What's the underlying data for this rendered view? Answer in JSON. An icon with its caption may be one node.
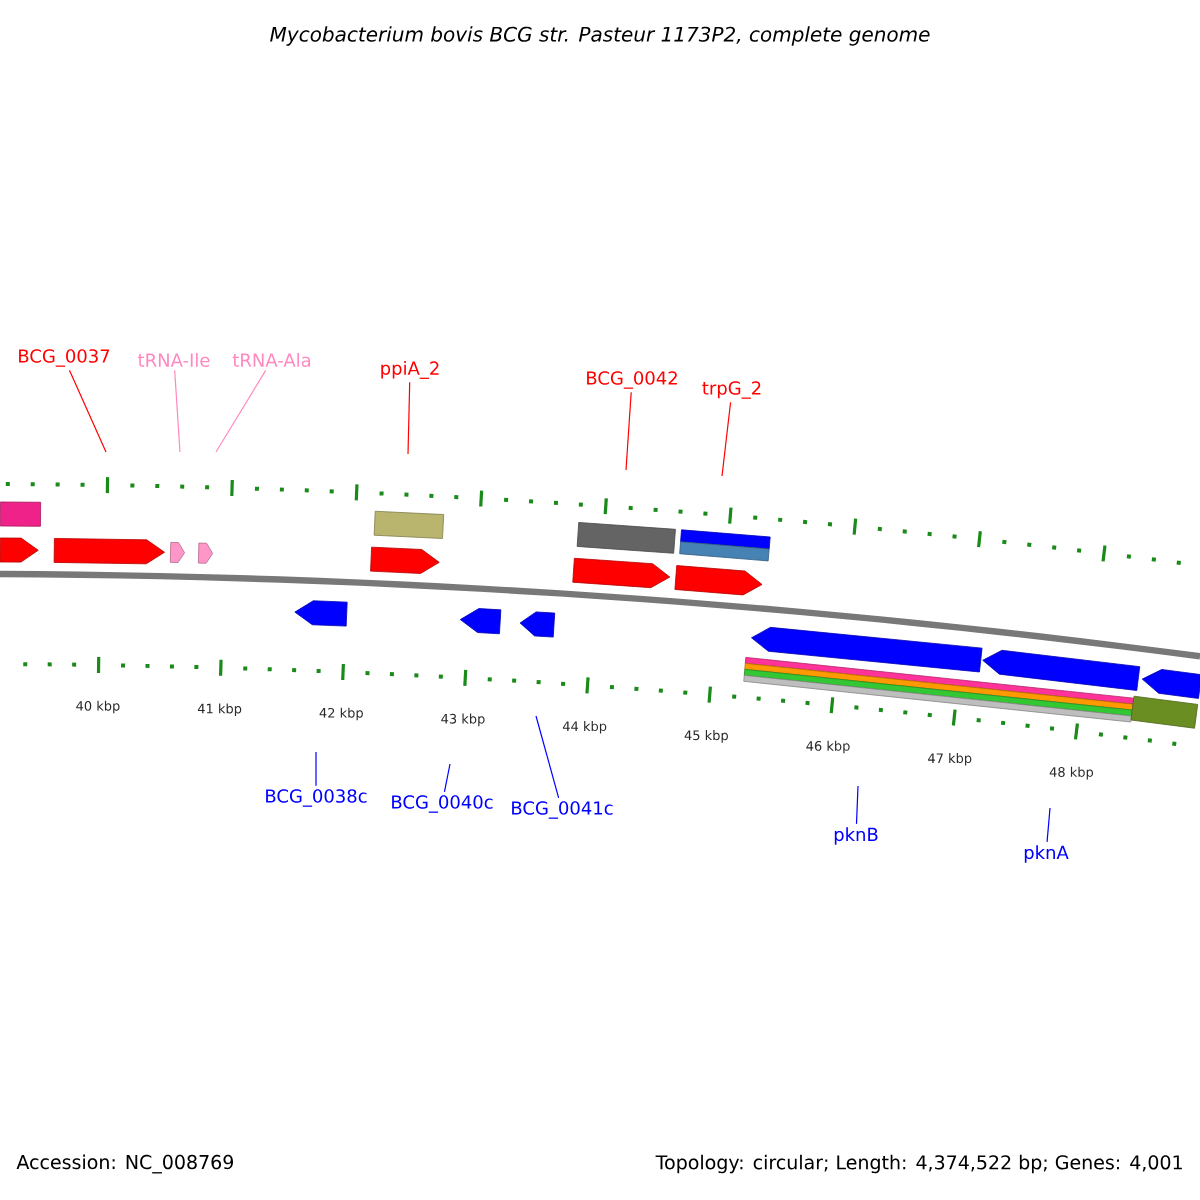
{
  "diagram": {
    "title": "Mycobacterium bovis BCG str. Pasteur 1173P2, complete genome",
    "nodes": [
      {
        "text": [
          "BCG_0037"
        ]
      },
      {
        "text": [
          "tRNA-Ile"
        ]
      },
      {
        "text": [
          "tRNA-Ala"
        ]
      },
      {
        "text": [
          "ppiA_2"
        ]
      },
      {
        "text": [
          "BCG_0042"
        ]
      },
      {
        "text": [
          "trpG_2"
        ]
      },
      {
        "text": [
          "BCG_0038c"
        ]
      },
      {
        "text": [
          "BCG_0040c"
        ]
      },
      {
        "text": [
          "BCG_0041c"
        ]
      },
      {
        "text": [
          "pknB"
        ]
      },
      {
        "text": [
          "pknA"
        ]
      }
    ],
    "edges": [
      {
        "from": 0,
        "to": null,
        "arrow": "none",
        "color": "#ff0000"
      },
      {
        "from": 1,
        "to": null,
        "arrow": "none",
        "color": "#ff88c0"
      },
      {
        "from": 2,
        "to": null,
        "arrow": "none",
        "color": "#ff88c0"
      },
      {
        "from": 3,
        "to": null,
        "arrow": "none",
        "color": "#ff0000"
      },
      {
        "from": 4,
        "to": null,
        "arrow": "none",
        "color": "#ff0000"
      },
      {
        "from": 5,
        "to": null,
        "arrow": "none",
        "color": "#ff0000"
      },
      {
        "from": 6,
        "to": null,
        "arrow": "none"
      },
      {
        "from": 7,
        "to": null,
        "arrow": "none"
      },
      {
        "from": 8,
        "to": null,
        "arrow": "none"
      },
      {
        "from": 9,
        "to": null,
        "arrow": "none"
      },
      {
        "from": 10,
        "to": null,
        "arrow": "none"
      }
    ],
    "labels": [
      "40 kbp",
      "41 kbp",
      "42 kbp",
      "43 kbp",
      "44 kbp",
      "45 kbp",
      "46 kbp",
      "47 kbp",
      "48 kbp",
      "Accession: NC_008769",
      "Topology: circular; Length: 4,374,522 bp; Genes: 4,001"
    ]
  }
}
